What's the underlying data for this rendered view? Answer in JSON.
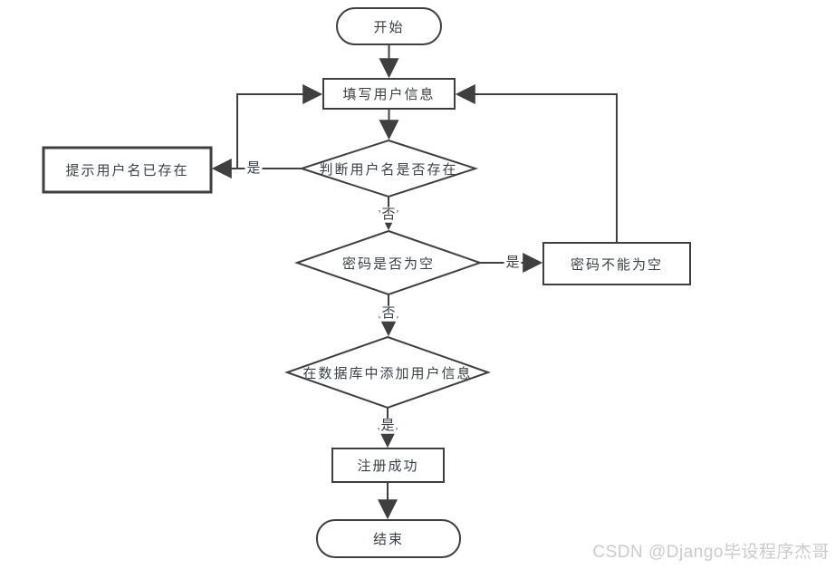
{
  "diagram": {
    "type": "flowchart",
    "nodes": [
      {
        "id": "start",
        "shape": "terminator",
        "label": "开始"
      },
      {
        "id": "fill-user-info",
        "shape": "process",
        "label": "填写用户信息"
      },
      {
        "id": "check-username",
        "shape": "decision",
        "label": "判断用户名是否存在"
      },
      {
        "id": "username-exists",
        "shape": "process",
        "label": "提示用户名已存在"
      },
      {
        "id": "check-password",
        "shape": "decision",
        "label": "密码是否为空"
      },
      {
        "id": "password-empty",
        "shape": "process",
        "label": "密码不能为空"
      },
      {
        "id": "add-to-database",
        "shape": "decision",
        "label": "在数据库中添加用户信息"
      },
      {
        "id": "register-success",
        "shape": "process",
        "label": "注册成功"
      },
      {
        "id": "end",
        "shape": "terminator",
        "label": "结束"
      }
    ],
    "edge_labels": {
      "username_yes": "是",
      "username_no": "否",
      "password_yes": "是",
      "password_no": "否",
      "database_yes": "是"
    },
    "colors": {
      "line": "#3f3f3f",
      "shape_fill": "#ffffff",
      "text": "#38404a",
      "watermark": "#cbcbcb",
      "background": "#ffffff"
    }
  },
  "watermark": {
    "text": "CSDN @Django毕设程序杰哥"
  }
}
